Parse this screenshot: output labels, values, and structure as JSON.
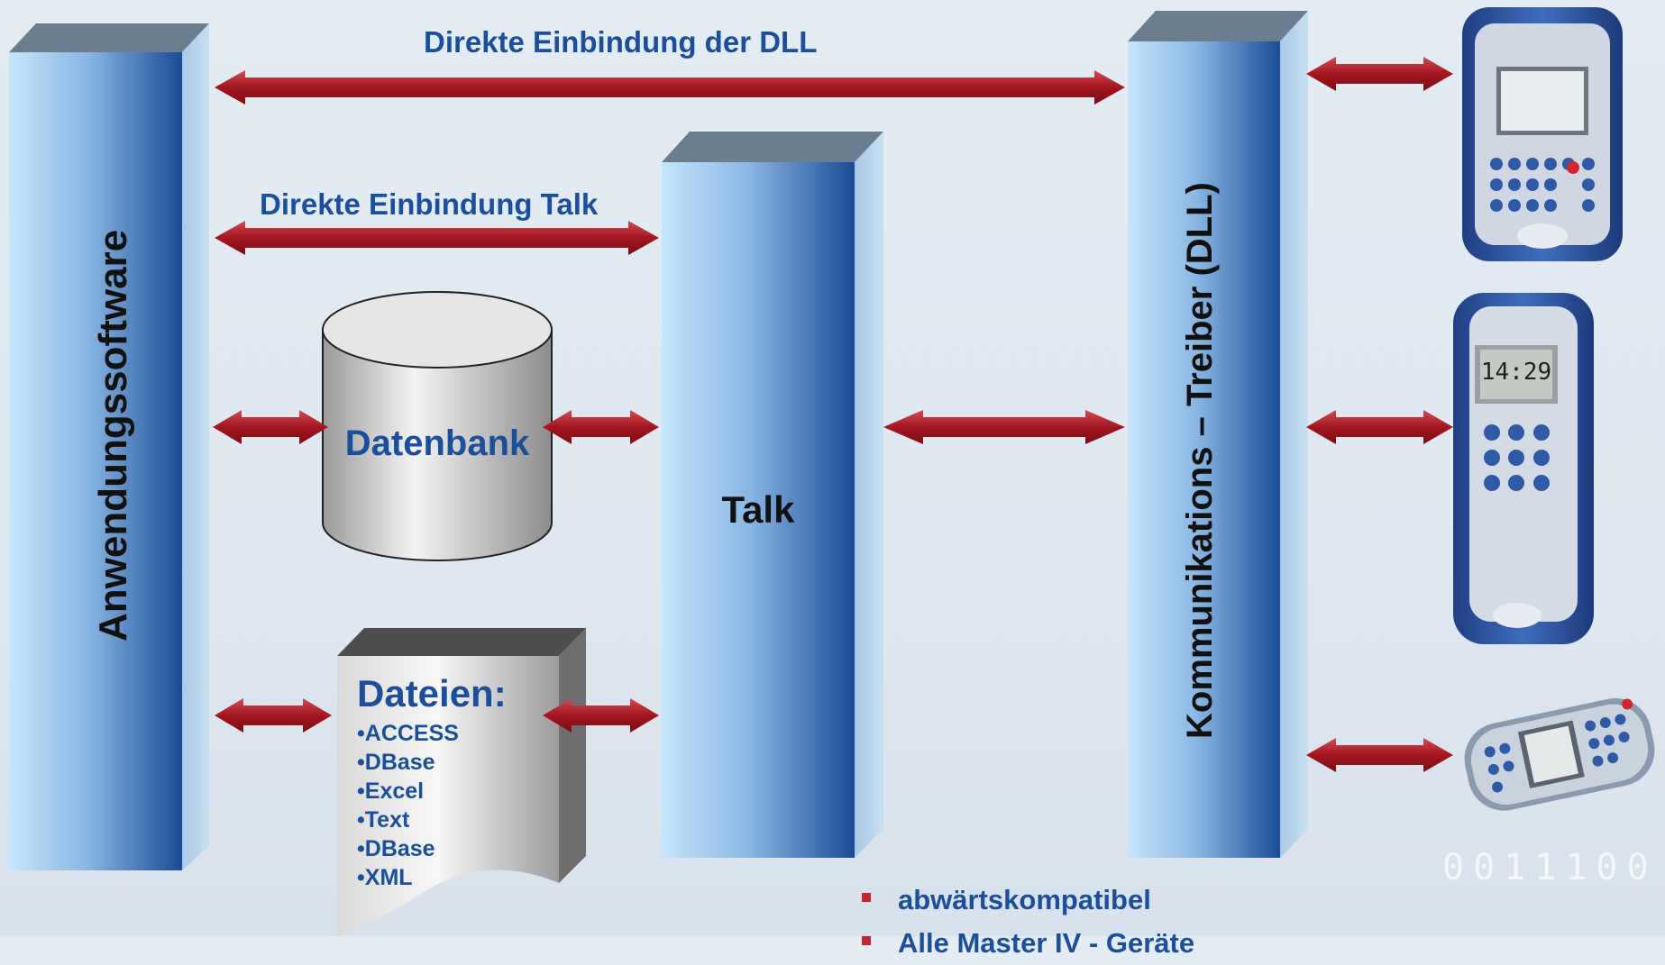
{
  "labels": {
    "application": "Anwendungssoftware",
    "talk": "Talk",
    "driver": "Kommunikations – Treiber (DLL)",
    "database": "Datenbank",
    "direct_dll": "Direkte Einbindung der DLL",
    "direct_talk": "Direkte Einbindung Talk",
    "files_title": "Dateien:",
    "files": [
      "ACCESS",
      "DBase",
      "Excel",
      "Text",
      "DBase",
      "XML"
    ]
  },
  "footer": {
    "items": [
      "abwärtskompatibel",
      "Alle Master IV - Geräte"
    ]
  },
  "devices": {
    "device2_clock": "14:29",
    "binary_text": "0011100"
  },
  "colors": {
    "arrow": "#a3161f",
    "title_blue": "#1b4e9b",
    "pillar_front_light": "#bfe2fb",
    "pillar_front_dark": "#1b4f99"
  }
}
